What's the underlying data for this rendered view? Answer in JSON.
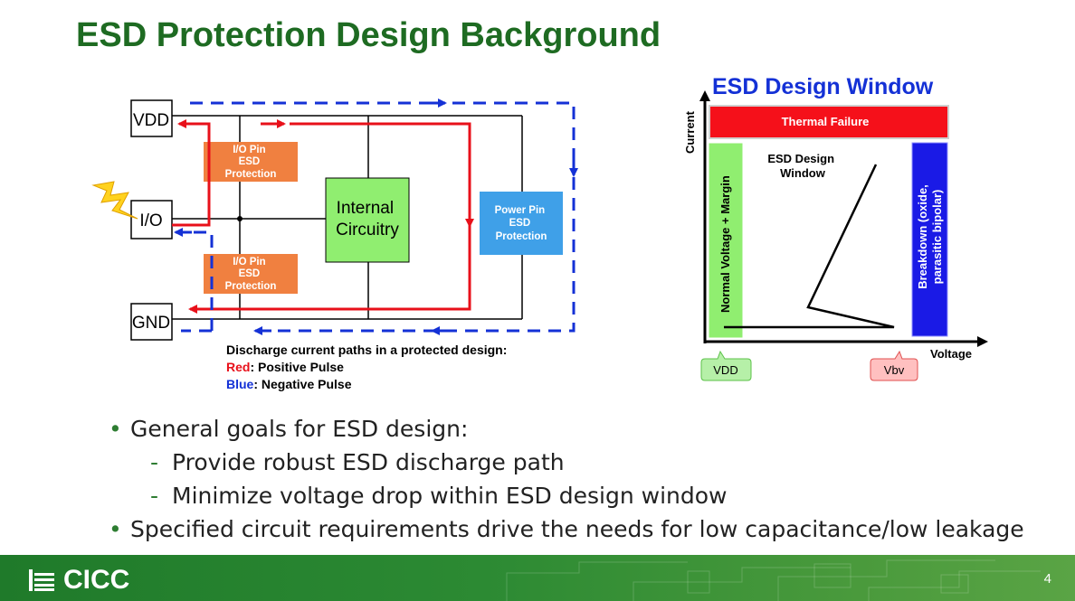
{
  "title": "ESD Protection Design Background",
  "left_diagram": {
    "labels": {
      "vdd": "VDD",
      "io": "I/O",
      "gnd": "GND",
      "io_esd_top": [
        "I/O Pin",
        "ESD",
        "Protection"
      ],
      "io_esd_bottom": [
        "I/O Pin",
        "ESD",
        "Protection"
      ],
      "internal": [
        "Internal",
        "Circuitry"
      ],
      "power_esd": [
        "Power Pin",
        "ESD",
        "Protection"
      ]
    },
    "caption": {
      "heading": "Discharge current paths in a protected design:",
      "red_key": "Red",
      "red_text": ": Positive Pulse",
      "blue_key": "Blue",
      "blue_text": ": Negative Pulse"
    },
    "colors": {
      "red": "#e8101a",
      "blue": "#1431d6",
      "orange": "#f08040",
      "green": "#90ee70",
      "lightblue": "#3fa0e8"
    }
  },
  "right_diagram": {
    "title": "ESD Design Window",
    "y_axis": "Current",
    "x_axis": "Voltage",
    "thermal": "Thermal Failure",
    "normal": "Normal Voltage + Margin",
    "breakdown": [
      "Breakdown (oxide,",
      "parasitic bipolar)"
    ],
    "window": [
      "ESD Design",
      "Window"
    ],
    "vdd_tag": "VDD",
    "vbv_tag": "Vbv"
  },
  "bullets": [
    {
      "level": 1,
      "text": "General goals for ESD design:"
    },
    {
      "level": 2,
      "text": "Provide robust ESD discharge path"
    },
    {
      "level": 2,
      "text": "Minimize voltage drop within ESD design window"
    },
    {
      "level": 1,
      "text": "Specified circuit requirements drive the needs for low capacitance/low leakage"
    }
  ],
  "bullet_glyphs": {
    "level1": "•",
    "level2": "-"
  },
  "footer": {
    "logo": "CICC",
    "page": "4"
  }
}
